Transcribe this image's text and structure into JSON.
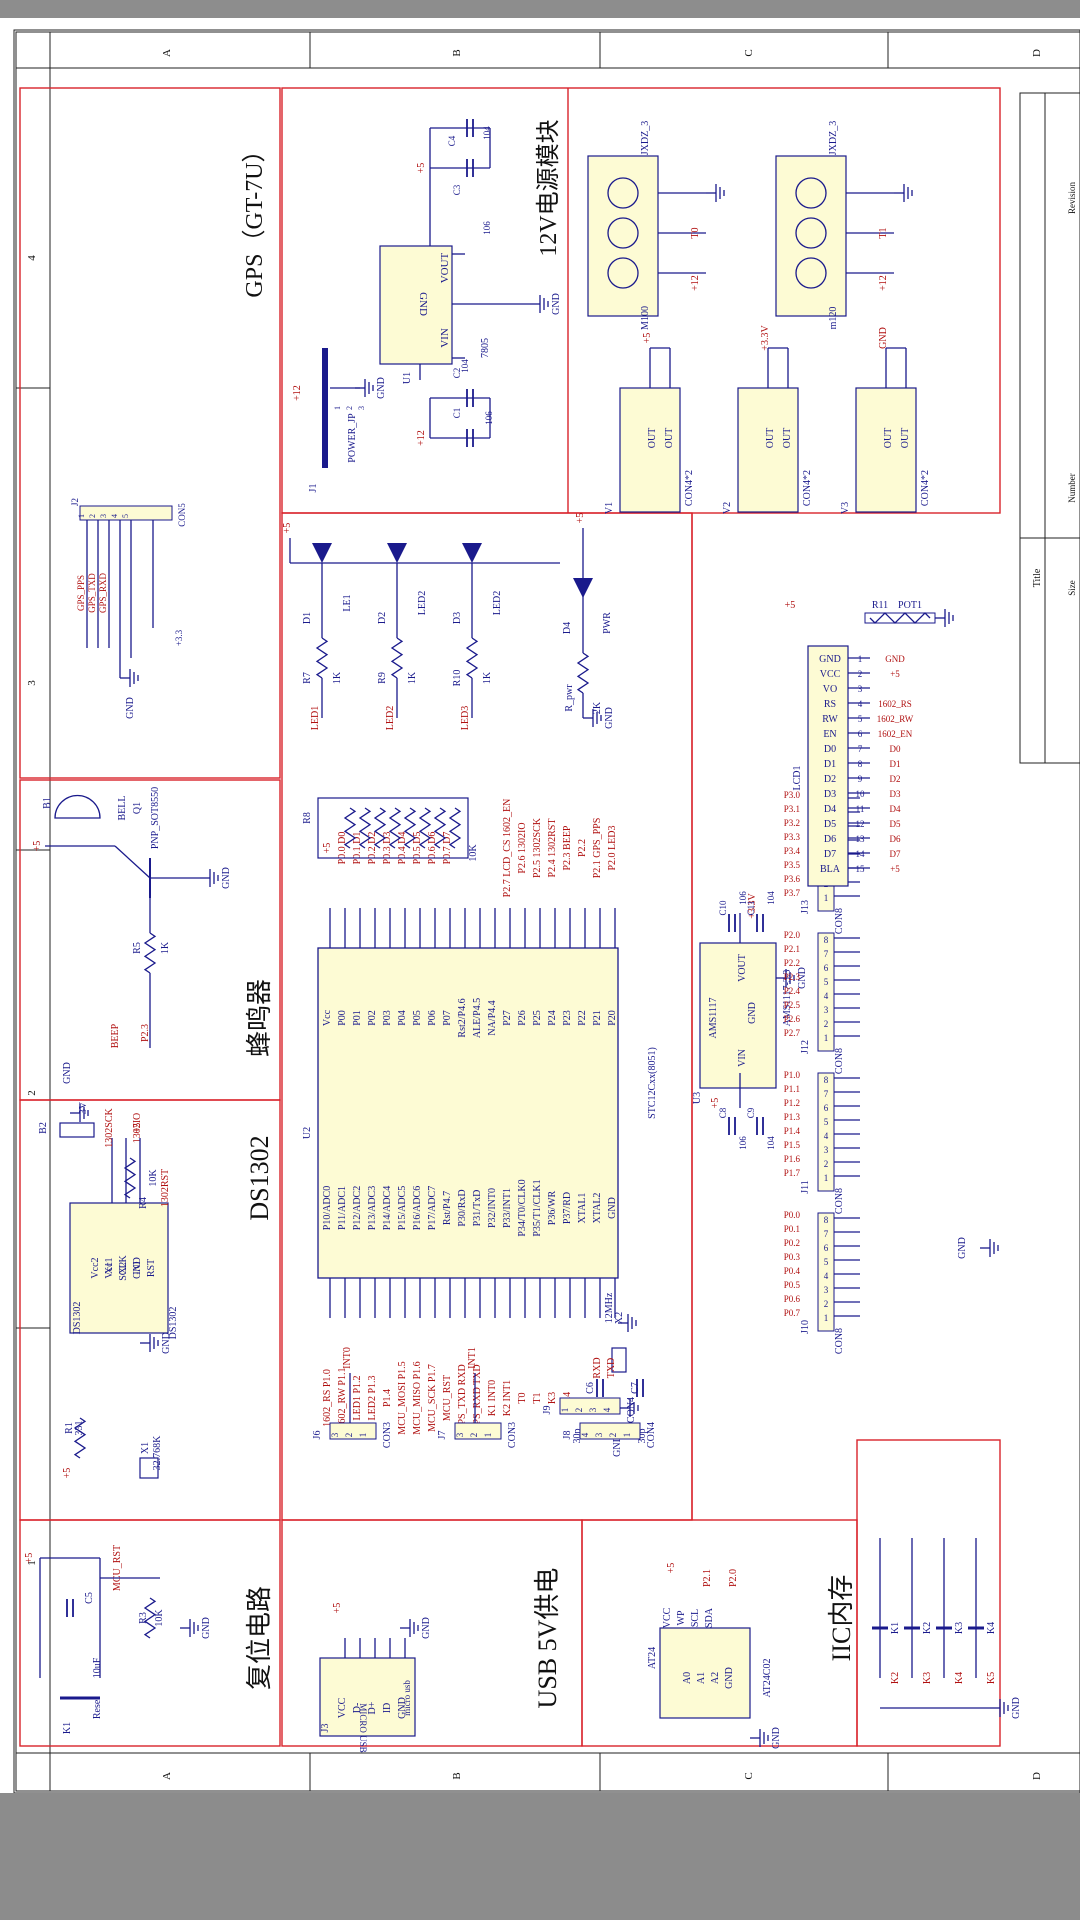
{
  "border": {
    "top_letters": [
      "A",
      "B",
      "C",
      "D"
    ],
    "bottom_letters": [
      "A",
      "B",
      "C",
      "D"
    ],
    "left_numbers": [
      "4",
      "3",
      "2",
      "1"
    ]
  },
  "title_block": {
    "title": "Title",
    "size": "Size",
    "number": "Number",
    "revision": "Revision"
  },
  "sections": {
    "gps": "GPS（GT-7U）",
    "power12v": "12V电源模块",
    "buzzer": "蜂鸣器",
    "ds1302": "DS1302",
    "reset": "复位电路",
    "usb": "USB 5V供电",
    "iic": "IIC内存"
  },
  "gps": {
    "ref": "J2",
    "part": "CON5",
    "nets": [
      "GPS_PPS",
      "GPS_TXD",
      "GPS_RXD"
    ],
    "pins": [
      "1",
      "2",
      "3",
      "4",
      "5"
    ],
    "power": "+3.3",
    "gnd": "GND"
  },
  "power12v": {
    "j1": "J1",
    "jumper": "POWER_JP",
    "jp_pins": [
      "1",
      "2",
      "3"
    ],
    "in_net": "+12",
    "regulator": {
      "ref": "U1",
      "part": "7805",
      "pins": [
        "VIN",
        "GND",
        "VOUT"
      ],
      "pin_nums": [
        "1",
        "2",
        "3"
      ]
    },
    "caps": [
      {
        "ref": "C1",
        "value": "106"
      },
      {
        "ref": "C2",
        "value": "104"
      },
      {
        "ref": "C3",
        "value": "106"
      },
      {
        "ref": "C4",
        "value": "104"
      }
    ],
    "out_net": "+5",
    "gnd": "GND",
    "motors": [
      {
        "ref": "M100",
        "label": "JXDZ_3",
        "net": "T0",
        "power": "+12"
      },
      {
        "ref": "m120",
        "label": "JXDZ_3",
        "net": "T1",
        "power": "+12"
      }
    ],
    "outs": [
      {
        "ref": "V1",
        "part": "CON4*2",
        "net": "+5"
      },
      {
        "ref": "V2",
        "part": "CON4*2",
        "net": "+3.3V"
      },
      {
        "ref": "V3",
        "part": "CON4*2",
        "net": "GND"
      }
    ],
    "out_pin": "OUT"
  },
  "leds": {
    "power": "+5",
    "items": [
      {
        "d": "D1",
        "led": "LE1",
        "r": "R7",
        "rv": "1K",
        "net": "LED1"
      },
      {
        "d": "D2",
        "led": "LED2",
        "r": "R9",
        "rv": "1K",
        "net": "LED2"
      },
      {
        "d": "D3",
        "led": "LED2",
        "r": "R10",
        "rv": "1K",
        "net": "LED3"
      }
    ],
    "pwr": {
      "d": "D4",
      "led": "PWR",
      "r": "R_pwr",
      "rv": "2K",
      "gnd": "GND"
    }
  },
  "buzzer": {
    "b": "B1",
    "bell": "BELL",
    "q": "Q1",
    "q_part": "PNP_SOT8550",
    "r": "R5",
    "rv": "1K",
    "net": "BEEP",
    "pin": "P2.3",
    "power": "+5",
    "gnd": "GND"
  },
  "rtc": {
    "b": "B2",
    "bv": "3V",
    "chip": "DS1302",
    "ref": "DS1302",
    "left_pins": [
      "Vcc2",
      "X1",
      "X2",
      "GND"
    ],
    "right_pins": [
      "Vcc1",
      "SCLK",
      "I/O",
      "RST"
    ],
    "nets": [
      "1302SCK",
      "1302IO",
      "1302RST"
    ],
    "r4": "R4",
    "r4v": "10K",
    "r1": "R1",
    "r1v": "331",
    "x1": "X1",
    "x1v": "32.768K",
    "power": "+5",
    "gnd": "GND"
  },
  "mcu": {
    "ref": "U2",
    "part": "STC12Cxx(8051)",
    "left_pins": [
      "P10/ADC0",
      "P11/ADC1",
      "P12/ADC2",
      "P13/ADC3",
      "P14/ADC4",
      "P15/ADC5",
      "P16/ADC6",
      "P17/ADC7",
      "Rst/P4.7",
      "P30/RxD",
      "P31/TxD",
      "P32/INT0",
      "P33/INT1",
      "P34/T0/CLK0",
      "P35/T1/CLK1",
      "P36/WR",
      "P37/RD",
      "XTAL1",
      "XTAL2",
      "GND"
    ],
    "right_pins": [
      "Vcc",
      "P00",
      "P01",
      "P02",
      "P03",
      "P04",
      "P05",
      "P06",
      "P07",
      "Rst2/P4.6",
      "ALE/P4.5",
      "NA/P4.4",
      "P27",
      "P26",
      "P25",
      "P24",
      "P23",
      "P22",
      "P21",
      "P20"
    ],
    "left_nets": [
      "1602_RS  P1.0",
      "1602_RW P1.1",
      "LED1      P1.2",
      "LED2      P1.3",
      "            P1.4",
      "MCU_MOSI  P1.5",
      "MCU_MISO  P1.6",
      "MCU_SCK   P1.7",
      "MCU_RST",
      "GPS_TXD  RXD",
      "GPS_RXD  TXD",
      "K1  INT0",
      "K2  INT1",
      "T0",
      "T1",
      "K3",
      "K4",
      "",
      "",
      ""
    ],
    "right_nets": [
      "+5",
      "P0.0 D0",
      "P0.1 D1",
      "P0.2 D2",
      "P0.3 D3",
      "P0.4 D4",
      "P0.5 D5",
      "P0.6 D6",
      "P0.7 D7",
      "",
      "",
      "",
      "P2.7 LCD_CS  1602_EN",
      "P2.6 1302IO",
      "P2.5 1302SCK",
      "P2.4 1302RST",
      "P2.3 BEEP",
      "P2.2",
      "P2.1  GPS_PPS",
      "P2.0 LED3"
    ],
    "r8": "R8",
    "r8v": "10K",
    "xtal": {
      "x": "X2",
      "f": "12MHz",
      "c6": "C6",
      "c7": "C7",
      "cv": "30p",
      "gnd": "GND"
    }
  },
  "headers": [
    {
      "ref": "J6",
      "part": "CON3",
      "net": "INT0",
      "pins": [
        "3",
        "2",
        "1"
      ]
    },
    {
      "ref": "J7",
      "part": "CON3",
      "net": "INT1",
      "pins": [
        "3",
        "2",
        "1"
      ]
    },
    {
      "ref": "J8",
      "part": "CON4",
      "nets": [
        "RXD",
        "TXD"
      ],
      "pins": [
        "4",
        "3",
        "2",
        "1"
      ]
    },
    {
      "ref": "J9",
      "part": "CON4",
      "pins": [
        "1",
        "2",
        "3",
        "4"
      ]
    }
  ],
  "ldo": {
    "ref": "U3",
    "part": "AMS1117",
    "sub": "AMS1117-3.3",
    "pins": [
      "VIN",
      "GND",
      "VOUT"
    ],
    "caps": [
      {
        "ref": "C8",
        "v": "106"
      },
      {
        "ref": "C9",
        "v": "104"
      },
      {
        "ref": "C10",
        "v": "106"
      },
      {
        "ref": "C11",
        "v": "104"
      }
    ],
    "in": "+5",
    "out": "+3.3V",
    "gnd": "GND"
  },
  "ports": [
    {
      "ref": "J10",
      "part": "CON8",
      "nets": [
        "P0.0",
        "P0.1",
        "P0.2",
        "P0.3",
        "P0.4",
        "P0.5",
        "P0.6",
        "P0.7"
      ]
    },
    {
      "ref": "J11",
      "part": "CON8",
      "nets": [
        "P1.0",
        "P1.1",
        "P1.2",
        "P1.3",
        "P1.4",
        "P1.5",
        "P1.6",
        "P1.7"
      ]
    },
    {
      "ref": "J12",
      "part": "CON8",
      "nets": [
        "P2.0",
        "P2.1",
        "P2.2",
        "P2.3",
        "P2.4",
        "P2.5",
        "P2.6",
        "P2.7"
      ]
    },
    {
      "ref": "J13",
      "part": "CON8",
      "nets": [
        "P3.0",
        "P3.1",
        "P3.2",
        "P3.3",
        "P3.4",
        "P3.5",
        "P3.6",
        "P3.7"
      ]
    }
  ],
  "port_pins": [
    "8",
    "7",
    "6",
    "5",
    "4",
    "3",
    "2",
    "1"
  ],
  "lcd": {
    "ref": "LCD1",
    "pot": "R11",
    "potv": "POT1",
    "pins": [
      "GND",
      "VCC",
      "VO",
      "RS",
      "RW",
      "EN",
      "D0",
      "D1",
      "D2",
      "D3",
      "D4",
      "D5",
      "D6",
      "D7",
      "BLA"
    ],
    "nums": [
      "1",
      "2",
      "3",
      "4",
      "5",
      "6",
      "7",
      "8",
      "9",
      "10",
      "11",
      "12",
      "13",
      "14",
      "15"
    ],
    "nets": [
      "GND",
      "+5",
      "",
      "1602_RS",
      "1602_RW",
      "1602_EN",
      "D0",
      "D1",
      "D2",
      "D3",
      "D4",
      "D5",
      "D6",
      "D7",
      "+5"
    ]
  },
  "reset": {
    "k": "K1",
    "kname": "Reset",
    "c": "C5",
    "cv": "10uF",
    "r": "R3",
    "rv": "10K",
    "net": "MCU_RST",
    "power": "+5",
    "gnd": "GND"
  },
  "usb": {
    "ref": "J3",
    "part": "MICRO USB",
    "sub": "micro usb",
    "pins": [
      "VCC",
      "D-",
      "D+",
      "ID",
      "GND"
    ],
    "power": "+5",
    "gnd": "GND"
  },
  "eeprom": {
    "ref": "AT24",
    "part": "AT24C02",
    "left": [
      "A0",
      "A1",
      "A2",
      "GND"
    ],
    "right": [
      "VCC",
      "WP",
      "SCL",
      "SDA"
    ],
    "nets": [
      "P2.1",
      "P2.0"
    ],
    "power": "+5",
    "gnd": "GND"
  },
  "keys": {
    "items": [
      {
        "k": "K1",
        "pin": "K2"
      },
      {
        "k": "K2",
        "pin": "K3"
      },
      {
        "k": "K3",
        "pin": "K4"
      },
      {
        "k": "K4",
        "pin": "K5"
      }
    ],
    "gnd": "GND"
  },
  "colors": {
    "frame": "#d9232b",
    "wire": "#1a1a8c",
    "fill": "#fdfbd4",
    "label": "#b01010"
  }
}
